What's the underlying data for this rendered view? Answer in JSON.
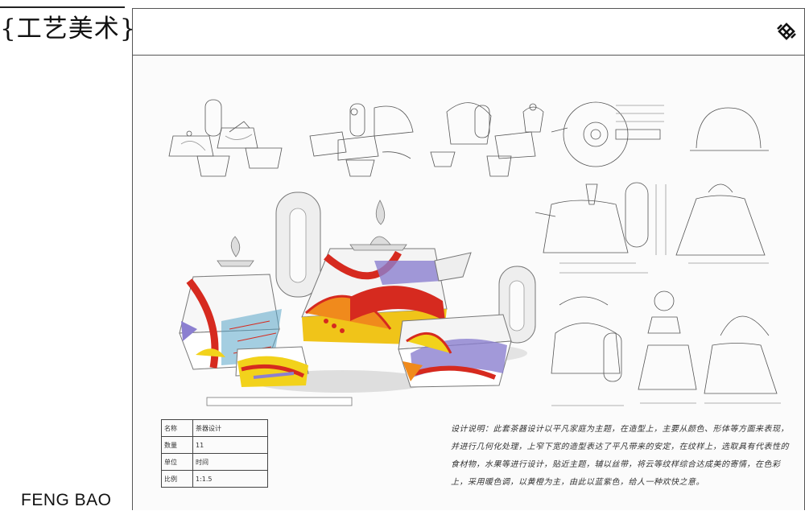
{
  "sidebar": {
    "title_open": "{",
    "title_text": "工艺美术",
    "title_close": "}",
    "author": "FENG BAO"
  },
  "header": {
    "logo_icon": "interlocking-knot-logo-icon"
  },
  "sheet": {
    "info_table": [
      {
        "key": "名称",
        "value": "茶器设计"
      },
      {
        "key": "数量",
        "value": "11"
      },
      {
        "key": "单位",
        "value": "时间"
      },
      {
        "key": "比例",
        "value": "1:1.5"
      }
    ],
    "description": "设计说明：此套茶器设计以平凡家庭为主题，在造型上，主要从颜色、形体等方面来表现，并进行几何化处理，上窄下宽的造型表达了平凡带来的安定，在纹样上，选取具有代表性的食材物，水果等进行设计，贴近主题，辅以丝带，将云等纹样综合达成美的寄情，在色彩上，采用暖色调，以黄橙为主，由此以蓝紫色，给人一种欢快之意。"
  },
  "colors": {
    "accent_red": "#d62a1f",
    "accent_yellow": "#f2d21b",
    "accent_orange": "#f08a1c",
    "accent_purple": "#8b7fd0",
    "accent_blue": "#5aa6c8"
  }
}
